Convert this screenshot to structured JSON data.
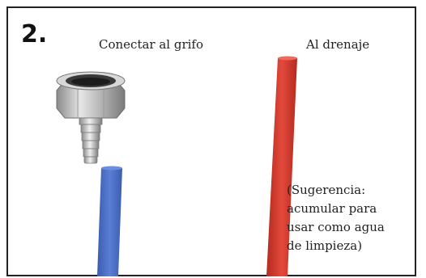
{
  "step": {
    "number": "2."
  },
  "labels": {
    "faucet": "Conectar al grifo",
    "drain": "Al drenaje"
  },
  "tip": {
    "lines": [
      "(Sugerencia:",
      "acumular para",
      "usar como agua",
      "de limpieza)"
    ]
  },
  "colors": {
    "blue_tube": "#4a6fc4",
    "red_tube": "#d13a2e",
    "frame": "#222222"
  },
  "icons": {
    "faucet_adapter": "hex-nut-hose-barb-fitting"
  }
}
